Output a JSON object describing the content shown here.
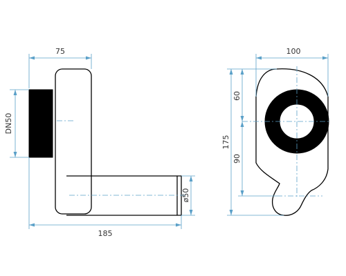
{
  "dimensions": {
    "top_width": "75",
    "inlet": "DN50",
    "outlet_diameter": "ø50",
    "bottom_length": "185",
    "front_width": "100",
    "upper_height": "60",
    "total_height": "175",
    "lower_height": "90"
  },
  "colors": {
    "outline": "#000000",
    "dimension": "#5aa0c8",
    "text": "#333333"
  }
}
